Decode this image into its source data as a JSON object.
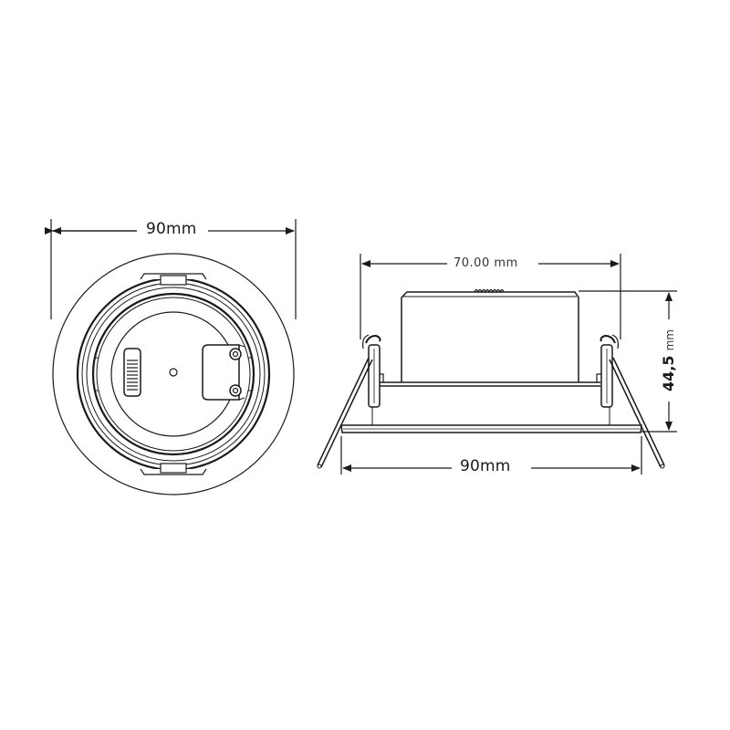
{
  "diagram": {
    "type": "technical-drawing",
    "subject": "recessed downlight",
    "views": {
      "front": {
        "name": "front-view",
        "dimension_width": "90mm"
      },
      "side": {
        "name": "side-view",
        "dimension_body_width": "70.00 mm",
        "dimension_height_value": "44,5",
        "dimension_height_unit": "mm",
        "dimension_flange_width": "90mm"
      }
    },
    "colors": {
      "line": "#1a1a1a",
      "background": "#ffffff"
    }
  }
}
